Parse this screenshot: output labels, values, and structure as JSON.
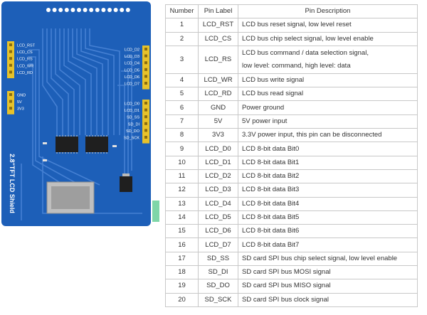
{
  "board": {
    "silkscreen_title": "2.8\"TFT LCD Shield",
    "left_header_labels": [
      "LCD_RST",
      "LCD_CS",
      "LCD_RS",
      "LCD_WR",
      "LCD_RD"
    ],
    "left_power_labels": [
      "GND",
      "5V",
      "3V3"
    ],
    "right_header_labels": [
      "LCD_D2",
      "LCD_D3",
      "LCD_D4",
      "LCD_D5",
      "LCD_D6",
      "LCD_D7"
    ],
    "right_lower_labels": [
      "LCD_D0",
      "LCD_D1",
      "SD_SS",
      "SD_DI",
      "SD_DO",
      "SD_SCK"
    ],
    "colors": {
      "pcb": "#1d5fb8",
      "trace": "#4a84d6",
      "header": "#e7c22a",
      "chip": "#1f1f1f",
      "silkscreen": "#ffffff"
    }
  },
  "table": {
    "headers": {
      "number": "Number",
      "label": "Pin Label",
      "description": "Pin Description"
    },
    "rows": [
      {
        "number": "1",
        "label": "LCD_RST",
        "description": "LCD bus reset signal, low level reset"
      },
      {
        "number": "2",
        "label": "LCD_CS",
        "description": "LCD bus chip select signal, low level enable"
      },
      {
        "number": "3",
        "label": "LCD_RS",
        "description": "LCD bus command / data selection signal,",
        "description2": "low level: command, high level: data"
      },
      {
        "number": "4",
        "label": "LCD_WR",
        "description": "LCD bus write signal"
      },
      {
        "number": "5",
        "label": "LCD_RD",
        "description": "LCD bus read signal"
      },
      {
        "number": "6",
        "label": "GND",
        "description": "Power ground"
      },
      {
        "number": "7",
        "label": "5V",
        "description": "5V power input"
      },
      {
        "number": "8",
        "label": "3V3",
        "description": "3.3V power input, this pin can be disconnected"
      },
      {
        "number": "9",
        "label": "LCD_D0",
        "description": "LCD 8-bit data Bit0"
      },
      {
        "number": "10",
        "label": "LCD_D1",
        "description": "LCD 8-bit data Bit1"
      },
      {
        "number": "11",
        "label": "LCD_D2",
        "description": "LCD 8-bit data Bit2"
      },
      {
        "number": "12",
        "label": "LCD_D3",
        "description": "LCD 8-bit data Bit3"
      },
      {
        "number": "13",
        "label": "LCD_D4",
        "description": "LCD 8-bit data Bit4"
      },
      {
        "number": "14",
        "label": "LCD_D5",
        "description": "LCD 8-bit data Bit5"
      },
      {
        "number": "15",
        "label": "LCD_D6",
        "description": "LCD 8-bit data Bit6"
      },
      {
        "number": "16",
        "label": "LCD_D7",
        "description": "LCD 8-bit data Bit7"
      },
      {
        "number": "17",
        "label": "SD_SS",
        "description": "SD card SPI bus chip select signal, low level enable"
      },
      {
        "number": "18",
        "label": "SD_DI",
        "description": "SD card SPI bus MOSI signal"
      },
      {
        "number": "19",
        "label": "SD_DO",
        "description": "SD card SPI bus MISO signal"
      },
      {
        "number": "20",
        "label": "SD_SCK",
        "description": "SD card SPI bus clock signal"
      }
    ]
  }
}
